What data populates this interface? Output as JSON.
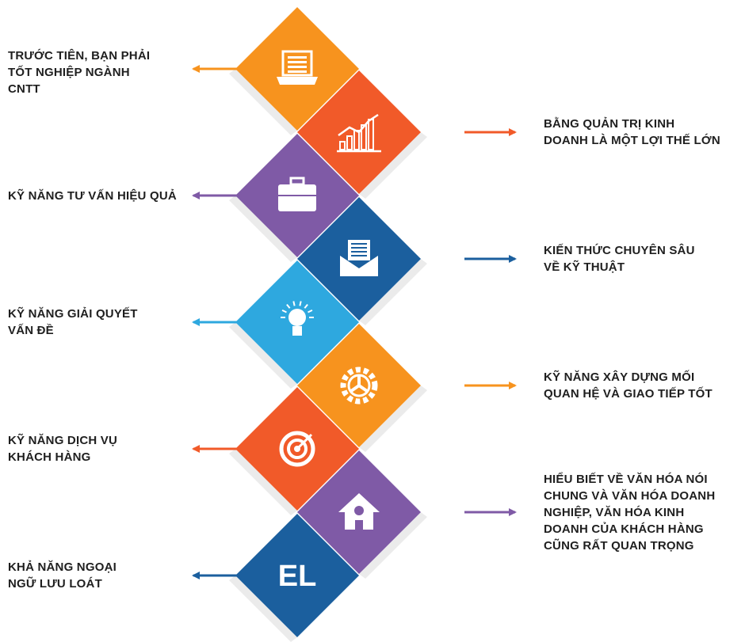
{
  "colors": {
    "orange": "#f7931e",
    "red_orange": "#f15a29",
    "purple": "#7f5aa6",
    "navy": "#1b5f9e",
    "sky": "#2ea8df",
    "text": "#1f1f1f"
  },
  "steps": [
    {
      "side": "left",
      "color": "#f7931e",
      "icon": "laptop-document-icon",
      "lines": [
        "TRƯỚC TIÊN, BẠN PHẢI",
        "TỐT NGHIỆP NGÀNH",
        "CNTT"
      ]
    },
    {
      "side": "right",
      "color": "#f15a29",
      "icon": "bar-chart-icon",
      "lines": [
        "BẰNG QUẢN TRỊ KINH",
        "DOANH LÀ MỘT LỢI THẾ LỚN"
      ]
    },
    {
      "side": "left",
      "color": "#7f5aa6",
      "icon": "briefcase-icon",
      "lines": [
        "KỸ NĂNG TƯ VẤN HIỆU QUẢ"
      ]
    },
    {
      "side": "right",
      "color": "#1b5f9e",
      "icon": "mail-document-icon",
      "lines": [
        "KIẾN THỨC CHUYÊN SÂU",
        "VỀ KỸ THUẬT"
      ]
    },
    {
      "side": "left",
      "color": "#2ea8df",
      "icon": "lightbulb-icon",
      "lines": [
        "KỸ NĂNG GIẢI QUYẾT",
        "VẤN ĐỀ"
      ]
    },
    {
      "side": "right",
      "color": "#f7931e",
      "icon": "gear-icon",
      "lines": [
        "KỸ NĂNG XÂY DỰNG MỐI",
        "QUAN HỆ VÀ GIAO TIẾP TỐT"
      ]
    },
    {
      "side": "left",
      "color": "#f15a29",
      "icon": "target-icon",
      "lines": [
        "KỸ NĂNG DỊCH VỤ",
        "KHÁCH HÀNG"
      ]
    },
    {
      "side": "right",
      "color": "#7f5aa6",
      "icon": "house-icon",
      "lines": [
        "HIỂU BIẾT VỀ VĂN HÓA NÓI",
        "CHUNG VÀ VĂN HÓA DOANH",
        "NGHIỆP, VĂN HÓA KINH",
        "DOANH CỦA KHÁCH HÀNG",
        "CŨNG RẤT QUAN TRỌNG"
      ]
    },
    {
      "side": "left",
      "color": "#1b5f9e",
      "icon": "el-text-icon",
      "icon_text": "EL",
      "lines": [
        "KHẢ NĂNG NGOẠI",
        "NGỮ LƯU LOÁT"
      ]
    }
  ]
}
